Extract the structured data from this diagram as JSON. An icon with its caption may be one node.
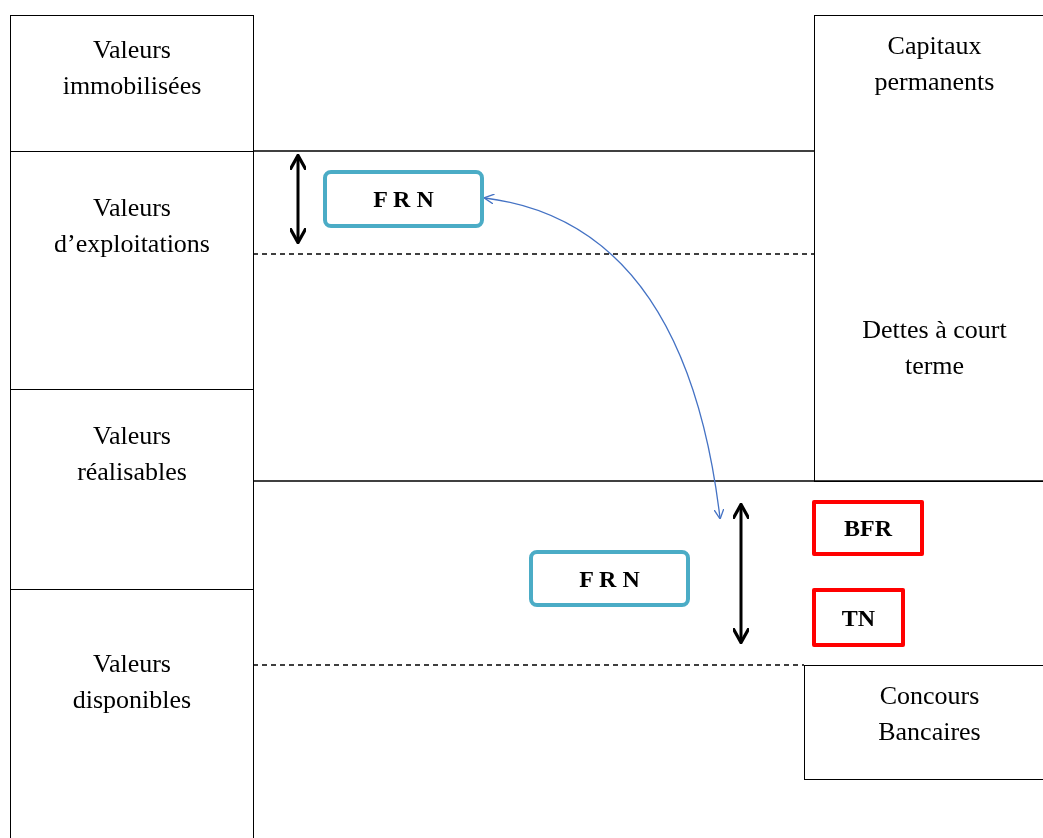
{
  "diagram": {
    "nodes": [
      {
        "text": [
          "Valeurs immobilisées"
        ]
      },
      {
        "text": [
          "Capitaux permanents",
          "Dettes à court terme"
        ]
      },
      {
        "text": [
          "Valeurs d’exploitations"
        ]
      },
      {
        "text": [
          "F R N"
        ]
      },
      {
        "text": [
          "Valeurs réalisables"
        ]
      },
      {
        "text": [
          "BFR"
        ]
      },
      {
        "text": [
          "F R N"
        ]
      },
      {
        "text": [
          "TN"
        ]
      },
      {
        "text": [
          "Valeurs disponibles"
        ]
      },
      {
        "text": [
          "Concours Bancaires"
        ]
      }
    ],
    "edges": [
      {
        "from": null,
        "to": 3,
        "arrow": "both"
      }
    ]
  }
}
